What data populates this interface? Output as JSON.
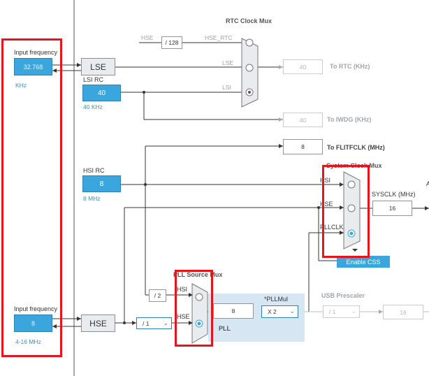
{
  "left_panel": {
    "lse_input": {
      "label": "Input frequency",
      "value": "32.768",
      "unit": "KHz"
    },
    "hse_input": {
      "label": "Input frequency",
      "value": "8",
      "unit": "4-16 MHz"
    }
  },
  "sources": {
    "lse": "LSE",
    "hse": "HSE",
    "lsi": {
      "title": "LSI RC",
      "value": "40",
      "unit": "40 KHz"
    },
    "hsi": {
      "title": "HSI RC",
      "value": "8",
      "unit": "8 MHz"
    }
  },
  "rtc_mux": {
    "title": "RTC Clock Mux",
    "hse_label": "HSE",
    "div128": "/ 128",
    "hse_rtc": "HSE_RTC",
    "in_lse": "LSE",
    "in_lsi": "LSI"
  },
  "outputs": {
    "rtc": {
      "value": "40",
      "label": "To RTC (KHz)"
    },
    "iwdg": {
      "value": "40",
      "label": "To IWDG (KHz)"
    },
    "flitf": {
      "value": "8",
      "label": "To FLITFCLK (MHz)"
    }
  },
  "sysclk_mux": {
    "title": "System Clock Mux",
    "hsi": "HSI",
    "hse": "HSE",
    "pllclk": "PLLCLK",
    "out_label": "SYSCLK (MHz)",
    "out_value": "16",
    "enable_css": "Enable CSS",
    "edge_label": "A"
  },
  "pll": {
    "source_mux_title": "PLL Source Mux",
    "hsi": "HSI",
    "hse": "HSE",
    "div2": "/ 2",
    "hse_prediv": "/ 1",
    "value": "8",
    "pll_label": "PLL",
    "pllmul_label": "*PLLMul",
    "pllmul_value": "X 2"
  },
  "usb": {
    "label": "USB Prescaler",
    "prescaler": "/ 1",
    "value": "16"
  }
}
